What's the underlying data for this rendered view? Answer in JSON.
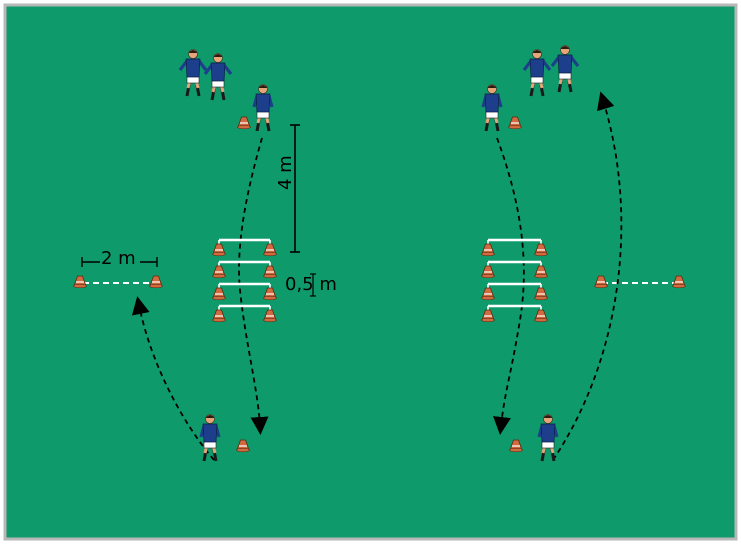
{
  "colors": {
    "pitch": "#0f9a6b",
    "pitch_border": "#b8b8b8",
    "cone": "#d26a3f",
    "cone_stripe": "#ffffff",
    "jersey": "#1d3e8a",
    "shorts": "#ffffff",
    "skin": "#e4a57a",
    "hurdle": "#ffffff",
    "arrow": "#000000",
    "marker_line": "#ffffff"
  },
  "labels": {
    "distance_4m": "4 m",
    "distance_2m": "2 m",
    "distance_05m": "0,5 m"
  }
}
